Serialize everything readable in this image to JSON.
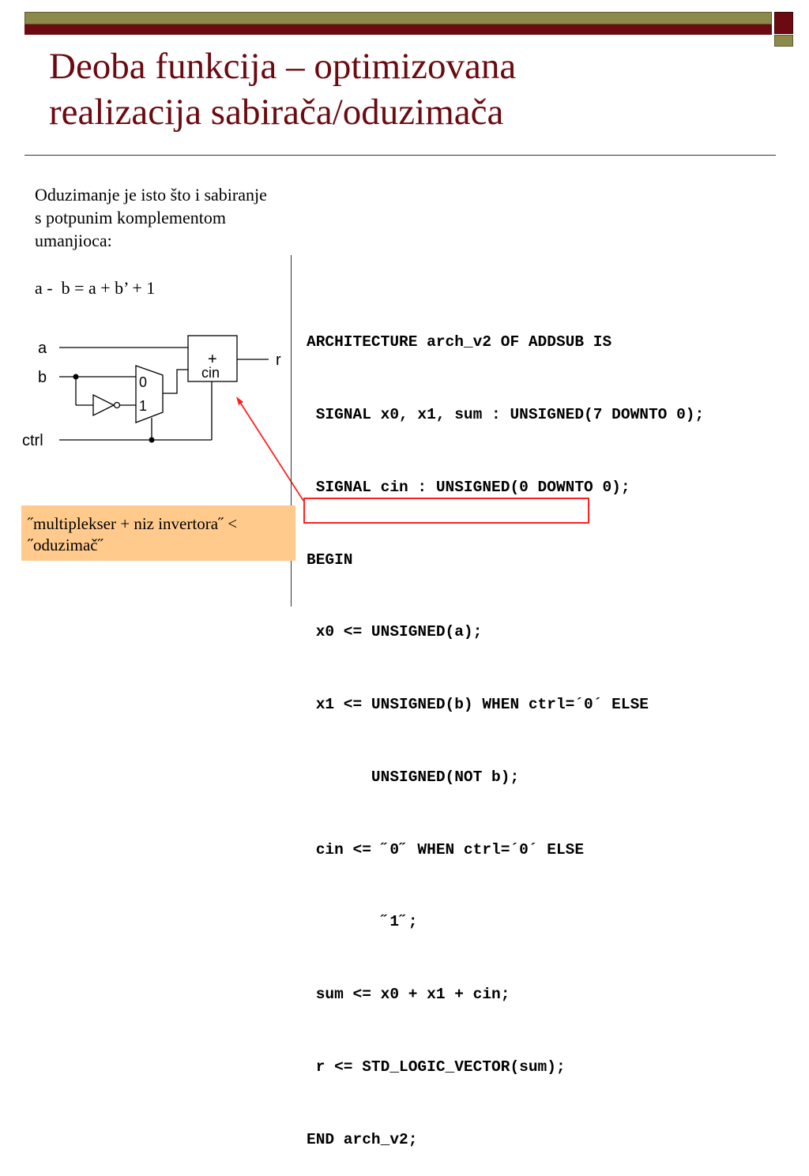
{
  "slide": {
    "title_lines": [
      "Deoba funkcija – optimizovana",
      "realizacija sabirača/oduzimača"
    ],
    "description_lines": [
      "Oduzimanje je isto što i sabiranje",
      "s potpunim komplementom",
      "umanjioca:"
    ],
    "equation": "a -  b = a + b’ + 1"
  },
  "diagram": {
    "input_a": "a",
    "input_b": "b",
    "input_ctrl": "ctrl",
    "output_r": "r",
    "adder_plus": "+",
    "adder_cin": "cin",
    "mux_in0": "0",
    "mux_in1": "1"
  },
  "code_lines": [
    "ARCHITECTURE arch_v2 OF ADDSUB IS",
    " SIGNAL x0, x1, sum : UNSIGNED(7 DOWNTO 0);",
    " SIGNAL cin : UNSIGNED(0 DOWNTO 0);",
    "BEGIN",
    " x0 <= UNSIGNED(a);",
    " x1 <= UNSIGNED(b) WHEN ctrl=´0´ ELSE",
    "       UNSIGNED(NOT b);",
    " cin <= ˝0˝ WHEN ctrl=´0´ ELSE",
    "        ˝1˝;",
    " sum <= x0 + x1 + cin;",
    " r <= STD_LOGIC_VECTOR(sum);",
    "END arch_v2;"
  ],
  "note_lines": [
    "˝multiplekser + niz invertora˝ <",
    "˝oduzimač˝"
  ],
  "colors": {
    "title": "#6b0a10",
    "bar_olive": "#8c8a4b",
    "bar_maroon": "#6b0a10",
    "note_bg": "#ffca8c",
    "highlight": "#ff2020"
  }
}
